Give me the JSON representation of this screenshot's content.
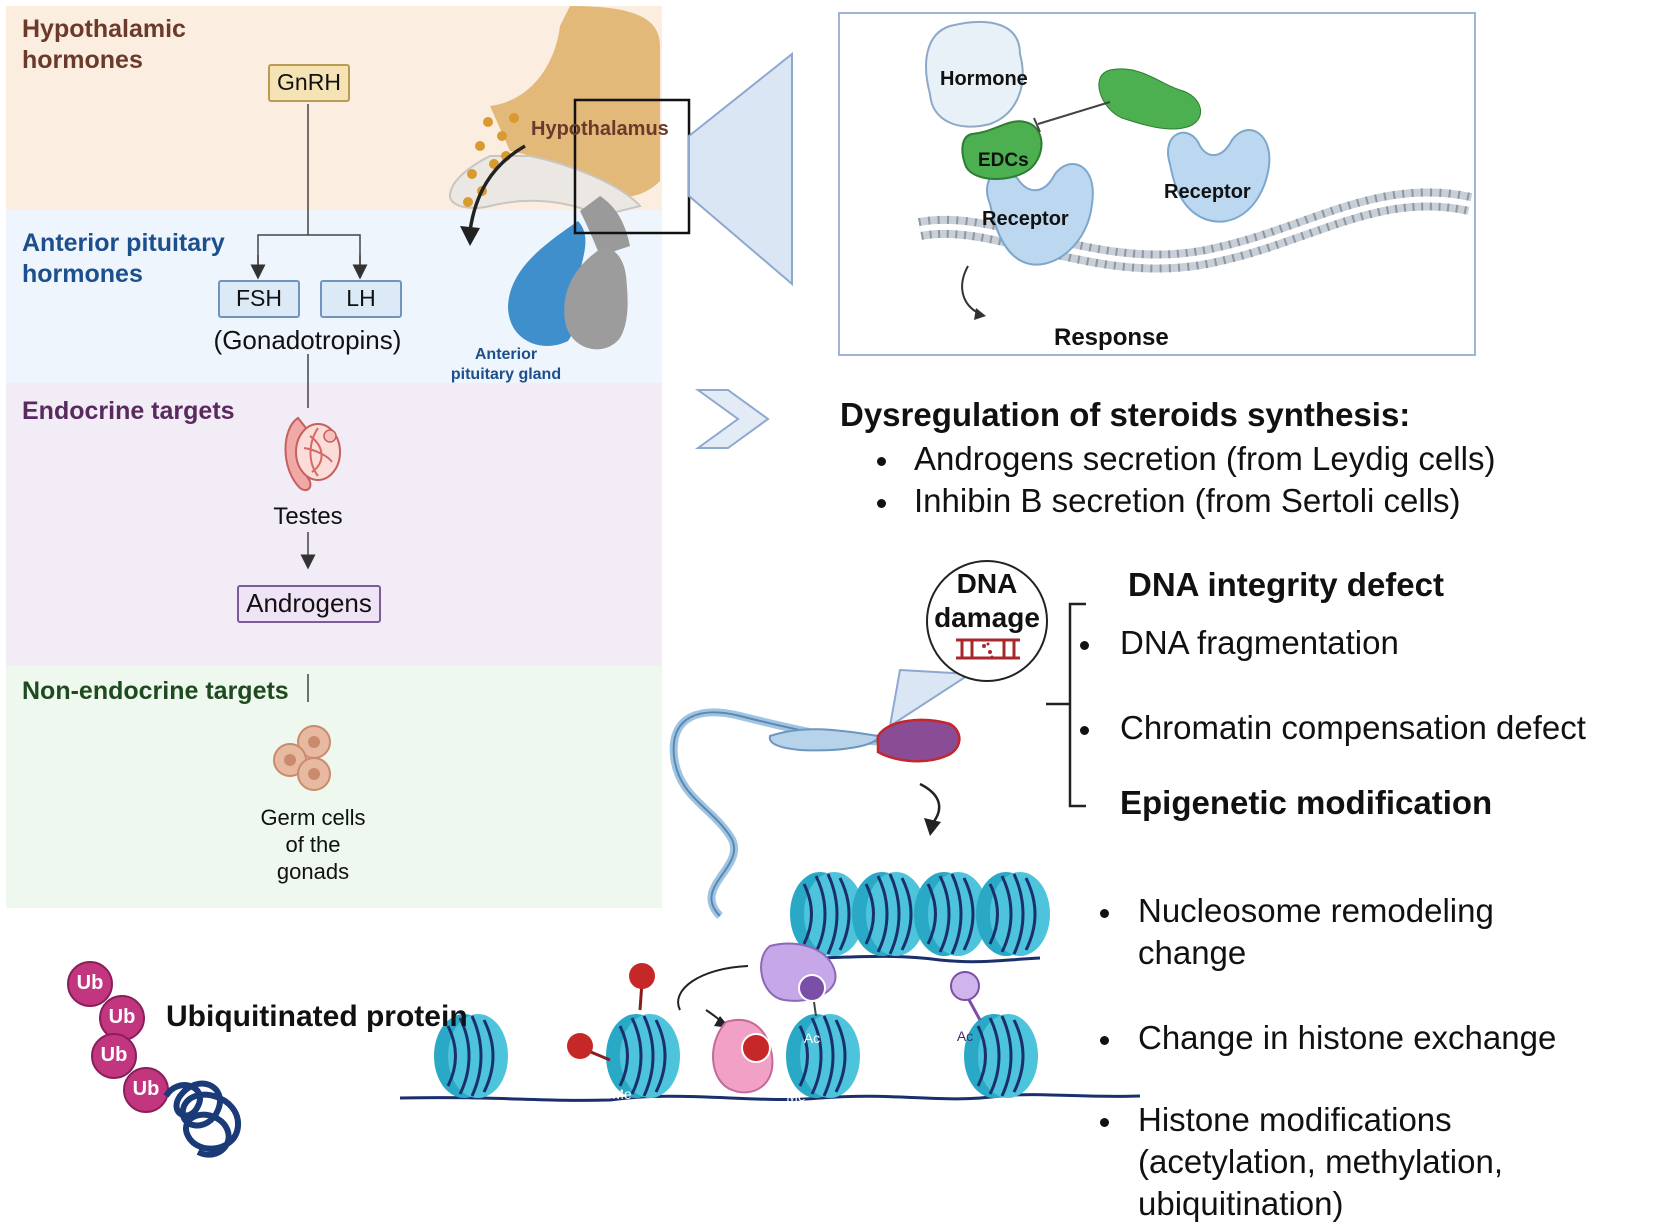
{
  "axis": {
    "bands": [
      {
        "title": "Hypothalamic\nhormones",
        "color": "#fbeee0",
        "title_color": "#6b3a2a"
      },
      {
        "title": "Anterior pituitary\nhormones",
        "color": "#eef5fc",
        "title_color": "#1d4f8c"
      },
      {
        "title": "Endocrine targets",
        "color": "#f1ecf6",
        "title_color": "#5a2a5e"
      },
      {
        "title": "Non-endocrine targets",
        "color": "#eff8ee",
        "title_color": "#1f4a1f"
      }
    ],
    "gnrh": "GnRH",
    "fsh": "FSH",
    "lh": "LH",
    "gonadotropins": "(Gonadotropins)",
    "testes": "Testes",
    "androgens": "Androgens",
    "germ_cells": "Germ cells\nof the\ngonads"
  },
  "pituitary": {
    "hypothalamus_label": "Hypothalamus",
    "gland_label": "Anterior\npituitary gland"
  },
  "receptor_panel": {
    "hormone": "Hormone",
    "edcs": "EDCs",
    "receptor_left": "Receptor",
    "receptor_right": "Receptor",
    "response": "Response"
  },
  "steroids": {
    "heading": "Dysregulation of steroids synthesis:",
    "items": [
      "Androgens secretion (from Leydig cells)",
      "Inhibin B secretion (from Sertoli cells)"
    ]
  },
  "dna": {
    "badge_line1": "DNA",
    "badge_line2": "damage",
    "integrity_heading": "DNA integrity defect",
    "integrity_items": [
      "DNA fragmentation",
      "Chromatin compensation defect"
    ],
    "epigenetic_heading": "Epigenetic modification"
  },
  "epigenetic_items": [
    "Nucleosome remodeling\nchange",
    "Change in histone exchange",
    "Histone modifications\n(acetylation, methylation,\nubiquitination)"
  ],
  "ubiquitin": {
    "tag": "Ub",
    "label": "Ubiquitinated protein"
  },
  "marks": {
    "me": "Me",
    "ac": "Ac"
  }
}
